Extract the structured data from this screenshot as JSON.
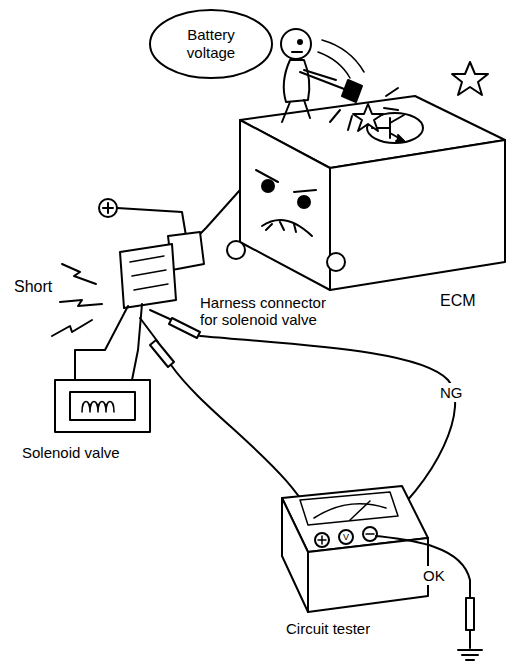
{
  "diagram": {
    "nodes": [
      {
        "text": [
          "Battery voltage"
        ]
      }
    ],
    "labels": [
      "Short",
      "Harness connector for solenoid valve",
      "ECM",
      "Solenoid valve",
      "NG",
      "V",
      "Circuit tester",
      "OK"
    ]
  }
}
